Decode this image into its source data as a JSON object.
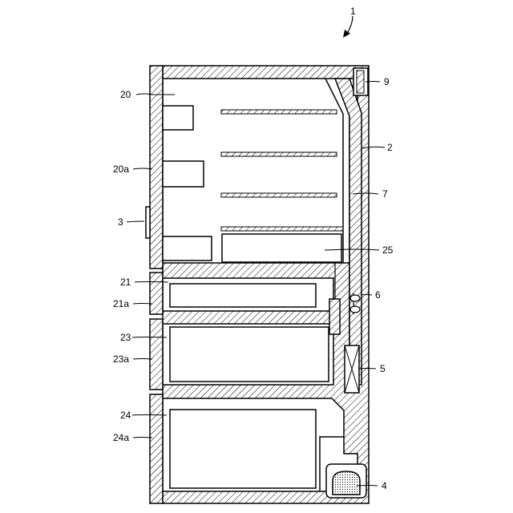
{
  "labels": {
    "fridge": "1",
    "body": "2",
    "hinge": "3",
    "compressor": "4",
    "evaporator": "5",
    "fan": "6",
    "duct": "7",
    "damper": "9",
    "refrigerator_compartment": "20",
    "refrigerator_door": "20a",
    "compartment_21": "21",
    "door_21a": "21a",
    "compartment_23": "23",
    "door_23a": "23a",
    "compartment_24": "24",
    "door_24a": "24a",
    "chilled_room": "25"
  }
}
